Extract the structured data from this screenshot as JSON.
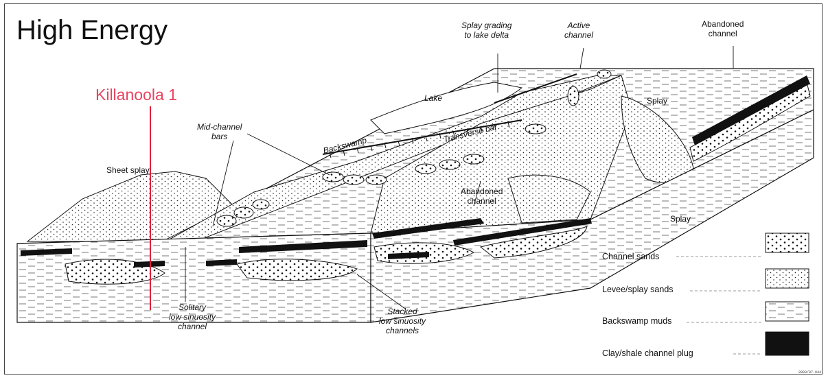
{
  "title": "High Energy",
  "well_label": "Killanoola 1",
  "labels": {
    "splay_grading": "Splay grading\nto lake delta",
    "active_channel": "Active\nchannel",
    "abandoned_channel_top": "Abandoned\nchannel",
    "lake": "Lake",
    "splay_right": "Splay",
    "mid_channel_bars": "Mid-channel\nbars",
    "backswamp": "Backswamp",
    "transverse_bar": "Transverse bar",
    "sheet_splay": "Sheet splay",
    "abandoned_channel_mid": "Abandoned\nchannel",
    "splay_lower": "Splay",
    "solitary_channel": "Solitary\nlow sinuosity\nchannel",
    "stacked_channels": "Stacked\nlow sinuosity\nchannels"
  },
  "legend": [
    {
      "label": "Channel sands",
      "pattern": "dots-coarse"
    },
    {
      "label": "Levee/splay sands",
      "pattern": "dots-fine"
    },
    {
      "label": "Backswamp muds",
      "pattern": "dashes"
    },
    {
      "label": "Clay/shale channel plug",
      "pattern": "solid-black"
    }
  ],
  "figure_code": "2003/07-044"
}
